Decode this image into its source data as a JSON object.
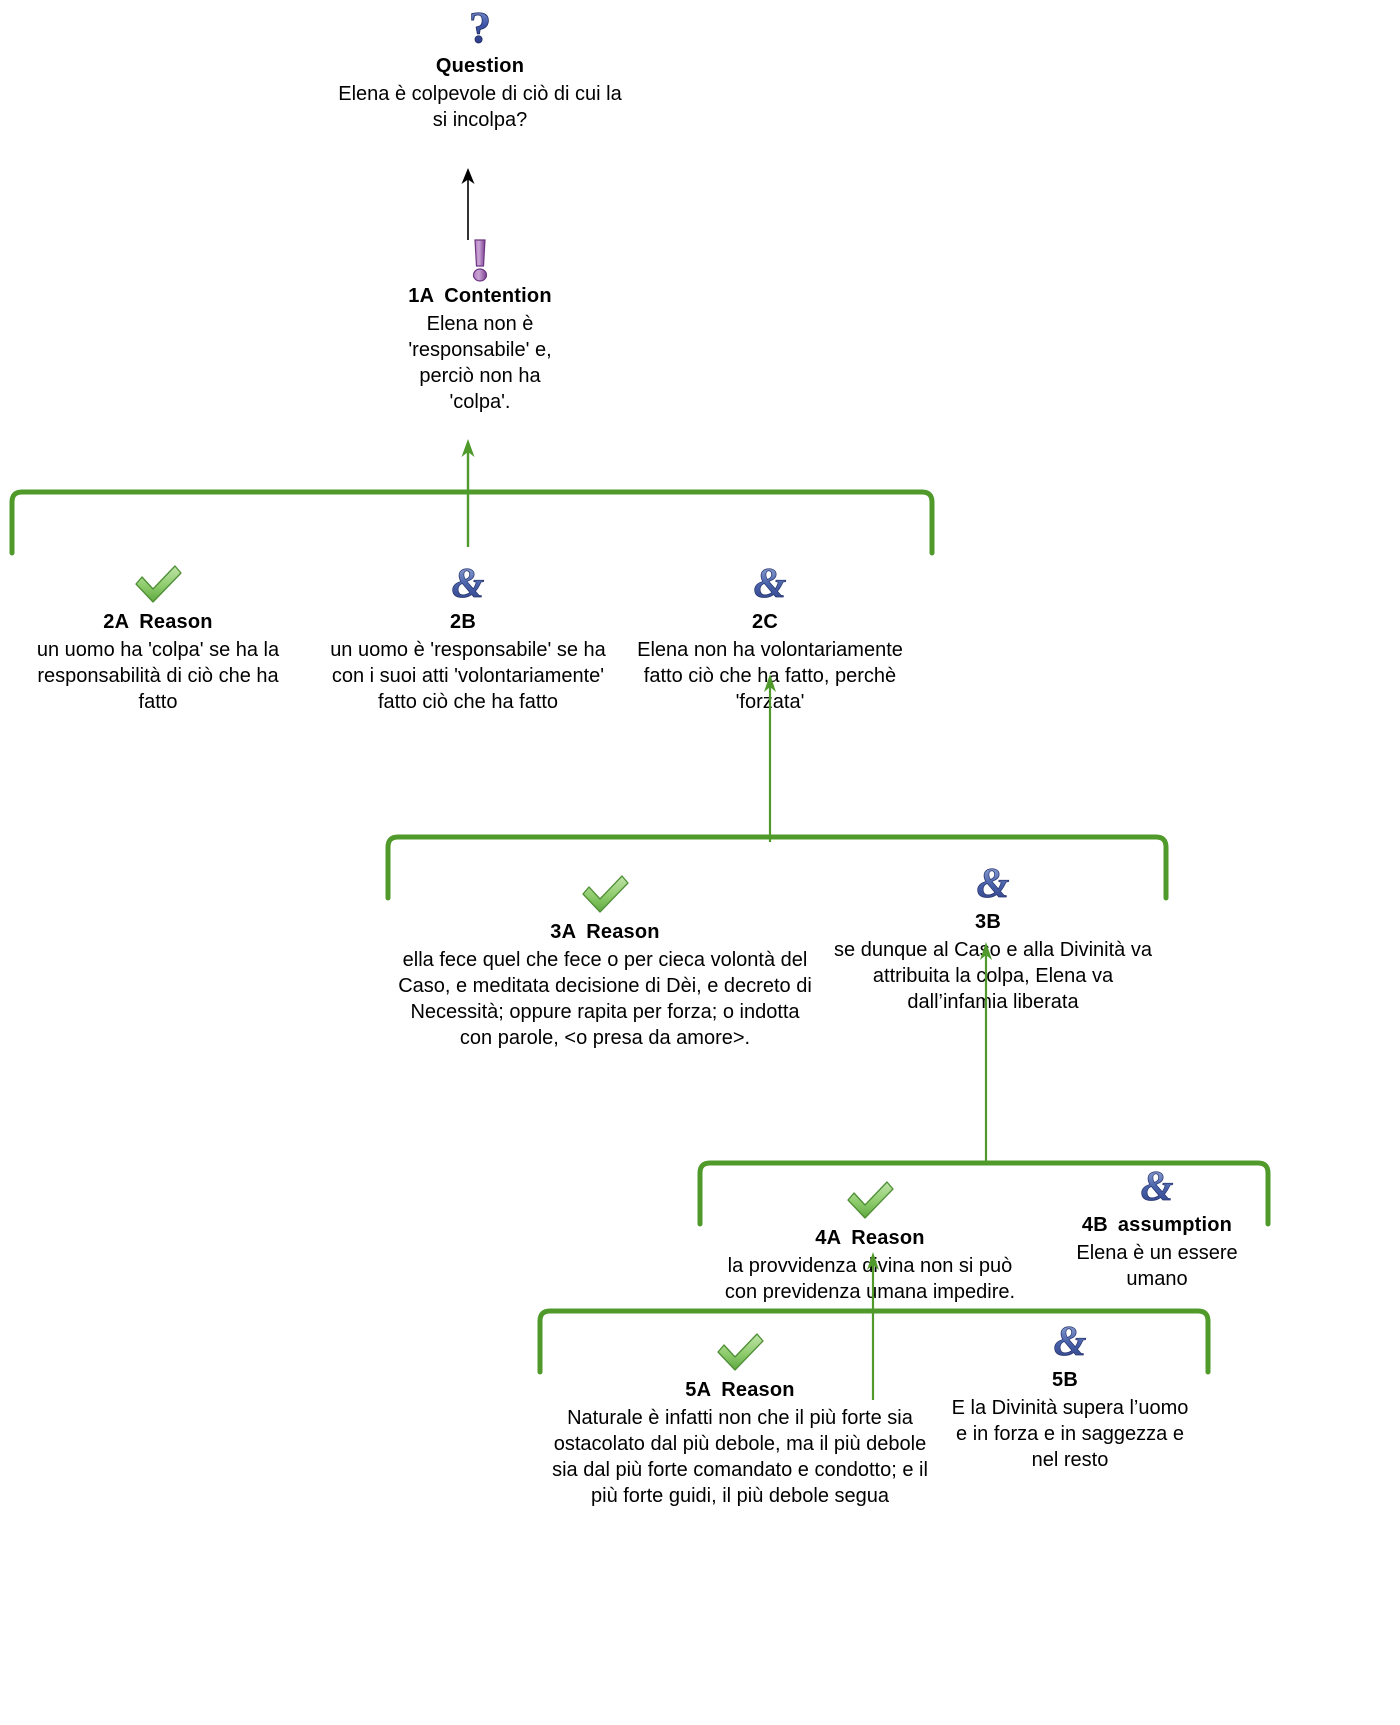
{
  "diagram": {
    "type": "argument-map",
    "language": "it",
    "colors": {
      "support_green": "#4f9a2b",
      "question_blue": "#3a53a4",
      "contention_purple": "#8e529e",
      "check_green": "#7cc35e",
      "text": "#000000",
      "background": "#ffffff"
    }
  },
  "nodes": [
    {
      "id": "question",
      "icon": "question-mark-icon",
      "index": "",
      "type_label": "Question",
      "text": "Elena è colpevole di ciò di cui la si incolpa?"
    },
    {
      "id": "1A",
      "icon": "exclamation-mark-icon",
      "index": "1A",
      "type_label": "Contention",
      "text": "Elena non è 'responsabile' e, perciò non ha 'colpa'."
    },
    {
      "id": "2A",
      "icon": "check-mark-icon",
      "index": "2A",
      "type_label": "Reason",
      "text": "un uomo ha 'colpa' se ha la responsabilità di ciò che ha fatto"
    },
    {
      "id": "2B",
      "icon": "ampersand-icon",
      "index": "2B",
      "type_label": "",
      "text": "un uomo è 'responsabile' se ha con i suoi atti 'volontariamente' fatto ciò che ha fatto"
    },
    {
      "id": "2C",
      "icon": "ampersand-icon",
      "index": "2C",
      "type_label": "",
      "text": "Elena non ha volontariamente fatto ciò che ha fatto, perchè 'forzata'"
    },
    {
      "id": "3A",
      "icon": "check-mark-icon",
      "index": "3A",
      "type_label": "Reason",
      "text": "ella fece quel che fece o per cieca volontà del Caso, e meditata decisione di Dèi, e decreto di Necessità; oppure rapita per forza; o indotta con parole, <o presa da amore>."
    },
    {
      "id": "3B",
      "icon": "ampersand-icon",
      "index": "3B",
      "type_label": "",
      "text": "se dunque al Caso e alla Divinità va attribuita la colpa, Elena va dall’infamia liberata"
    },
    {
      "id": "4A",
      "icon": "check-mark-icon",
      "index": "4A",
      "type_label": "Reason",
      "text": "la provvidenza divina non si può con previdenza umana impedire."
    },
    {
      "id": "4B",
      "icon": "ampersand-icon",
      "index": "4B",
      "type_label": "assumption",
      "text": "Elena è un essere umano"
    },
    {
      "id": "5A",
      "icon": "check-mark-icon",
      "index": "5A",
      "type_label": "Reason",
      "text": "Naturale è infatti non che il più forte sia ostacolato dal più debole, ma il più debole sia dal più forte comandato e condotto; e il più forte guidi, il più debole segua"
    },
    {
      "id": "5B",
      "icon": "ampersand-icon",
      "index": "5B",
      "type_label": "",
      "text": "E la Divinità supera l’uomo e in forza e in saggezza e nel resto"
    }
  ],
  "edges": [
    {
      "from": "1A",
      "to": "question",
      "style": "thin-black-arrow"
    },
    {
      "from": "group-2",
      "to": "1A",
      "style": "green-arrow"
    },
    {
      "from": "group-3",
      "to": "2C",
      "style": "green-arrow"
    },
    {
      "from": "group-4",
      "to": "3B",
      "style": "green-arrow"
    },
    {
      "from": "group-5",
      "to": "4A",
      "style": "green-arrow"
    }
  ],
  "groups": [
    {
      "id": "group-2",
      "members": [
        "2A",
        "2B",
        "2C"
      ]
    },
    {
      "id": "group-3",
      "members": [
        "3A",
        "3B"
      ]
    },
    {
      "id": "group-4",
      "members": [
        "4A",
        "4B"
      ]
    },
    {
      "id": "group-5",
      "members": [
        "5A",
        "5B"
      ]
    }
  ]
}
